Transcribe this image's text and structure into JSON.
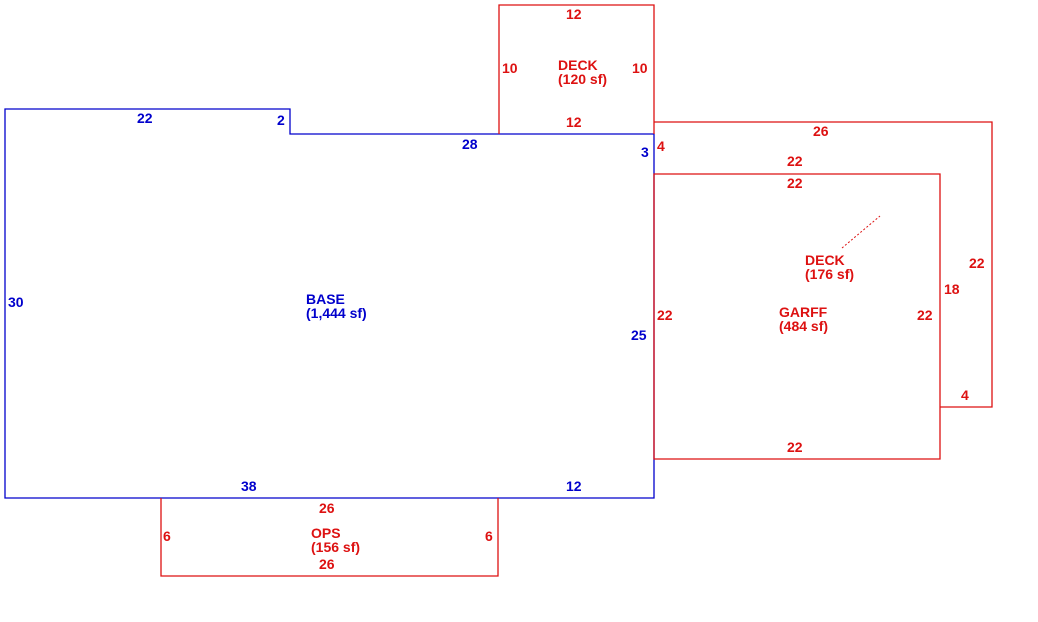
{
  "colors": {
    "base": "#0000cc",
    "addition": "#dd1111"
  },
  "areas": {
    "base": {
      "name": "BASE",
      "area": "(1,444 sf)"
    },
    "deck_top": {
      "name": "DECK",
      "area": "(120 sf)"
    },
    "deck_right": {
      "name": "DECK",
      "area": "(176 sf)"
    },
    "garage": {
      "name": "GARFF",
      "area": "(484 sf)"
    },
    "ops": {
      "name": "OPS",
      "area": "(156 sf)"
    }
  },
  "dims": {
    "base_top_left": "22",
    "base_step": "2",
    "base_top_mid": "28",
    "base_right_upper": "3",
    "base_left": "30",
    "base_right": "25",
    "base_bottom_left": "38",
    "base_bottom_right": "12",
    "deck_top_top": "12",
    "deck_top_left": "10",
    "deck_top_right": "10",
    "deck_top_bottom": "12",
    "deck_right_top": "26",
    "deck_right_right": "22",
    "deck_right_inner": "18",
    "deck_right_step": "4",
    "deck_right_left_step": "4",
    "garage_top_outer": "22",
    "garage_top": "22",
    "garage_left": "22",
    "garage_right": "22",
    "garage_bottom": "22",
    "ops_top": "26",
    "ops_left": "6",
    "ops_right": "6",
    "ops_bottom": "26"
  }
}
